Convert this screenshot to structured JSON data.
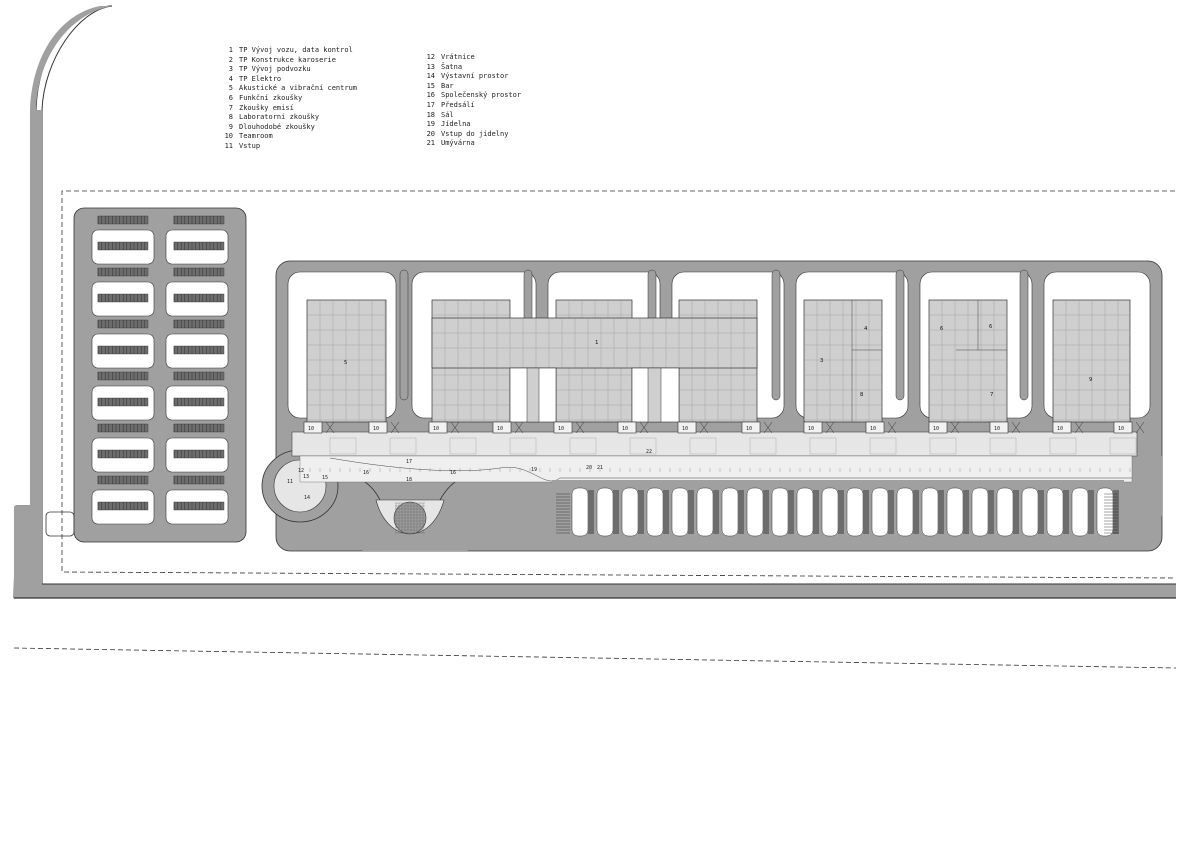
{
  "legend": {
    "left": [
      {
        "num": "1",
        "text": "TP Vývoj vozu, data kontrol"
      },
      {
        "num": "2",
        "text": "TP Konstrukce karoserie"
      },
      {
        "num": "3",
        "text": "TP Vývoj podvozku"
      },
      {
        "num": "4",
        "text": "TP Elektro"
      },
      {
        "num": "5",
        "text": "Akustické a vibrační centrum"
      },
      {
        "num": "6",
        "text": "Funkční zkoušky"
      },
      {
        "num": "7",
        "text": "Zkoušky emisí"
      },
      {
        "num": "8",
        "text": "Laboratorní zkoušky"
      },
      {
        "num": "9",
        "text": "Dlouhodobé zkoušky"
      },
      {
        "num": "10",
        "text": "Teamroom"
      },
      {
        "num": "11",
        "text": "Vstup"
      }
    ],
    "right": [
      {
        "num": "12",
        "text": "Vrátnice"
      },
      {
        "num": "13",
        "text": "Šatna"
      },
      {
        "num": "14",
        "text": "Výstavní prostor"
      },
      {
        "num": "15",
        "text": "Bar"
      },
      {
        "num": "16",
        "text": "Společenský prostor"
      },
      {
        "num": "17",
        "text": "Předsálí"
      },
      {
        "num": "18",
        "text": "Sál"
      },
      {
        "num": "19",
        "text": "Jídelna"
      },
      {
        "num": "20",
        "text": "Vstup do jídelny"
      },
      {
        "num": "21",
        "text": "Umývárna"
      }
    ]
  },
  "plan_labels": {
    "hall_1": "1",
    "hall_3": "3",
    "hall_4": "4",
    "hall_5": "5",
    "hall_6": "6",
    "hall_7": "7",
    "hall_8": "8",
    "hall_9": "9",
    "teamroom": "10",
    "entrance": "11",
    "gatehouse": "12",
    "cloakroom": "13",
    "exhibition": "14",
    "bar": "15",
    "social": "16",
    "foyer": "17",
    "auditorium": "18",
    "canteen": "19",
    "canteen_entry": "20",
    "washroom": "21",
    "corridor": "22"
  },
  "colors": {
    "road": "#a0a0a0",
    "road_edge": "#333333",
    "hall": "#cfcfcf",
    "hall_grid": "#8a8a8a",
    "background": "#ffffff"
  }
}
